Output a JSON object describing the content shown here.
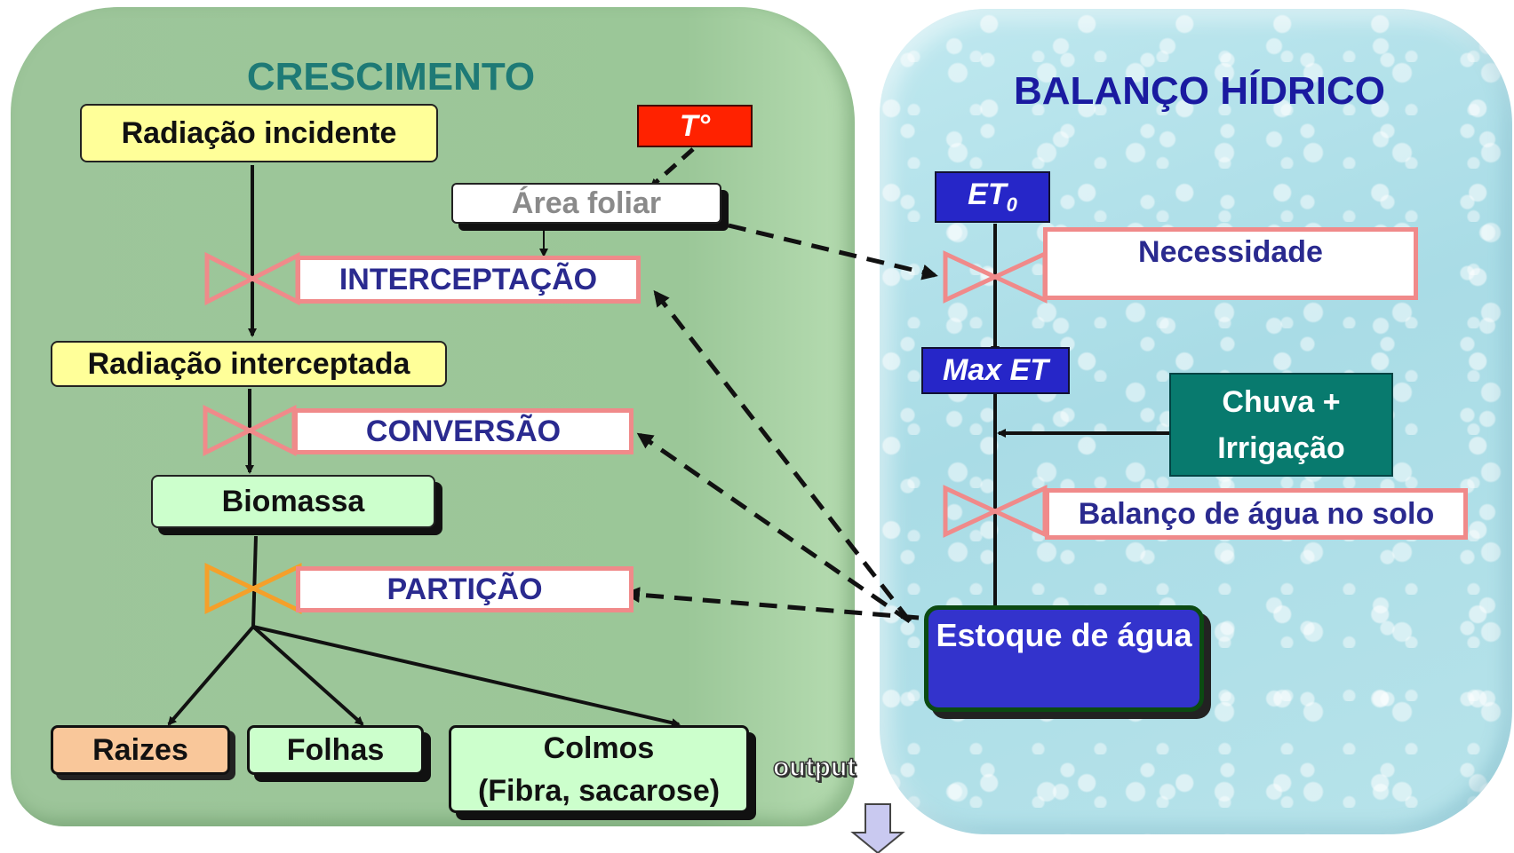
{
  "panels": {
    "growth_title": "CRESCIMENTO",
    "water_title": "BALANÇO HÍDRICO"
  },
  "growth": {
    "incident_radiation": "Radiação incidente",
    "temperature": "T°",
    "leaf_area": "Área foliar",
    "interception": "INTERCEPTAÇÃO",
    "intercepted_radiation": "Radiação interceptada",
    "conversion": "CONVERSÃO",
    "biomass": "Biomassa",
    "partition": "PARTIÇÃO",
    "roots": "Raizes",
    "leaves": "Folhas",
    "stalks_line1": "Colmos",
    "stalks_line2": "(Fibra, sacarose)"
  },
  "water": {
    "et0": "ET0",
    "demand": "Necessidade",
    "max_et": "Max ET",
    "rain_line1": "Chuva +",
    "rain_line2": "Irrigação",
    "soil_balance": "Balanço de água no solo",
    "water_stock": "Estoque de água"
  },
  "output": "output",
  "colors": {
    "growth_title": "#1e7a76",
    "water_title": "#1a1aa0",
    "process_border": "#f08a8a",
    "process_text": "#2a2a8f",
    "valve_pink": "#f08a8a",
    "valve_orange": "#f5a02a"
  }
}
